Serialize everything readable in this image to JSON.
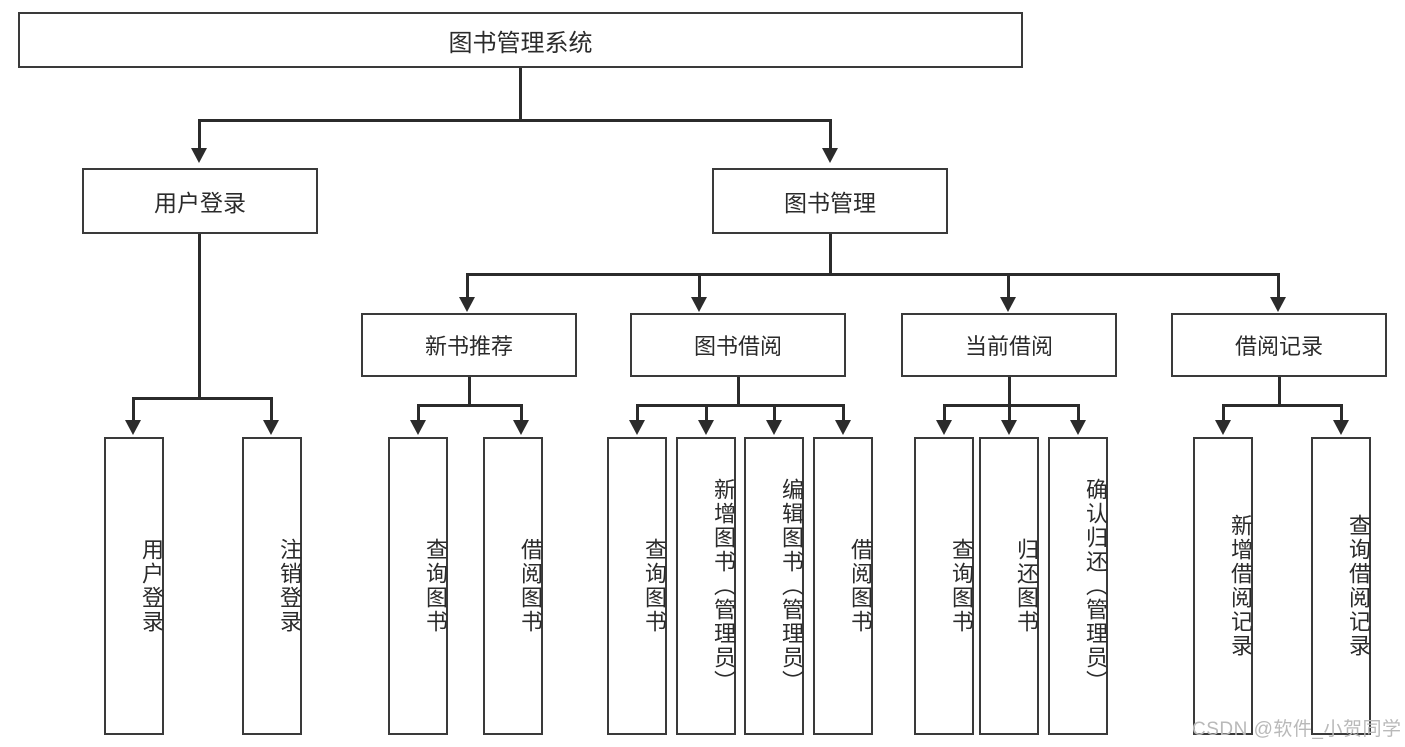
{
  "diagram": {
    "type": "tree",
    "title": "图书管理系统",
    "orientation": "top-down",
    "theme": {
      "background": "#ffffff",
      "box_border": "#3a3a3a",
      "box_fill": "#ffffff",
      "connector": "#2b2b2b",
      "text": "#2b2b2b",
      "watermark": "#b9b9b9"
    },
    "nodes": {
      "root": {
        "label": "图书管理系统"
      },
      "level1": [
        {
          "id": "user-login",
          "label": "用户登录"
        },
        {
          "id": "book-manage",
          "label": "图书管理"
        }
      ],
      "level2": [
        {
          "id": "new-book-recommend",
          "label": "新书推荐"
        },
        {
          "id": "book-borrow",
          "label": "图书借阅"
        },
        {
          "id": "current-borrow",
          "label": "当前借阅"
        },
        {
          "id": "borrow-record",
          "label": "借阅记录"
        }
      ],
      "leaves": [
        {
          "id": "leaf-user-login",
          "label": "用户登录",
          "parent": "user-login"
        },
        {
          "id": "leaf-user-logout",
          "label": "注销登录",
          "parent": "user-login"
        },
        {
          "id": "leaf-query-book-recommend",
          "label": "查询图书",
          "parent": "new-book-recommend"
        },
        {
          "id": "leaf-borrow-book-recommend",
          "label": "借阅图书",
          "parent": "new-book-recommend"
        },
        {
          "id": "leaf-query-book-borrow",
          "label": "查询图书",
          "parent": "book-borrow"
        },
        {
          "id": "leaf-add-book",
          "label": "新增图书（管理员）",
          "parent": "book-borrow"
        },
        {
          "id": "leaf-edit-book",
          "label": "编辑图书（管理员）",
          "parent": "book-borrow"
        },
        {
          "id": "leaf-borrow-book",
          "label": "借阅图书",
          "parent": "book-borrow"
        },
        {
          "id": "leaf-query-book-current",
          "label": "查询图书",
          "parent": "current-borrow"
        },
        {
          "id": "leaf-return-book",
          "label": "归还图书",
          "parent": "current-borrow"
        },
        {
          "id": "leaf-confirm-return",
          "label": "确认归还（管理员）",
          "parent": "current-borrow"
        },
        {
          "id": "leaf-add-record",
          "label": "新增借阅记录",
          "parent": "borrow-record"
        },
        {
          "id": "leaf-query-record",
          "label": "查询借阅记录",
          "parent": "borrow-record"
        }
      ]
    }
  },
  "watermark": {
    "text": "CSDN @软件_小贺同学"
  }
}
